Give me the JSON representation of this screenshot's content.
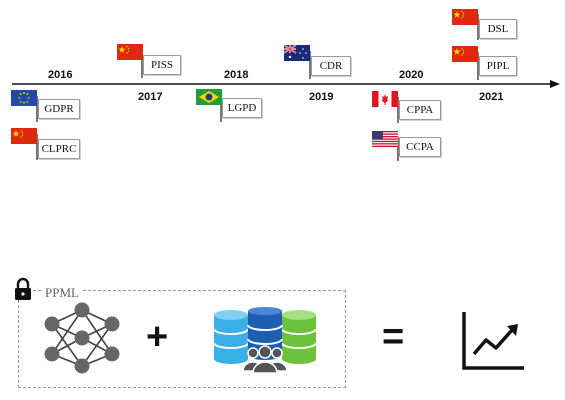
{
  "timeline": {
    "years": [
      {
        "label": "2016"
      },
      {
        "label": "2017"
      },
      {
        "label": "2018"
      },
      {
        "label": "2019"
      },
      {
        "label": "2020"
      },
      {
        "label": "2021"
      }
    ],
    "laws": [
      {
        "label": "GDPR",
        "flag": "eu-flag-icon"
      },
      {
        "label": "CLPRC",
        "flag": "china-flag-icon"
      },
      {
        "label": "PISS",
        "flag": "china-flag-icon"
      },
      {
        "label": "LGPD",
        "flag": "brazil-flag-icon"
      },
      {
        "label": "CDR",
        "flag": "australia-flag-icon"
      },
      {
        "label": "CPPA",
        "flag": "canada-flag-icon"
      },
      {
        "label": "CCPA",
        "flag": "usa-flag-icon"
      },
      {
        "label": "DSL",
        "flag": "china-flag-icon"
      },
      {
        "label": "PIPL",
        "flag": "china-flag-icon"
      }
    ]
  },
  "ppml": {
    "label": "PPML",
    "plus": "+",
    "equals": "=",
    "icons": [
      "lock-icon",
      "neural-network-icon",
      "databases-icon",
      "users-icon",
      "growth-chart-icon"
    ],
    "colors": {
      "db_blue_light": "#3ab0e6",
      "db_blue_dark": "#1e5fb3",
      "db_green": "#6cc23a"
    }
  }
}
